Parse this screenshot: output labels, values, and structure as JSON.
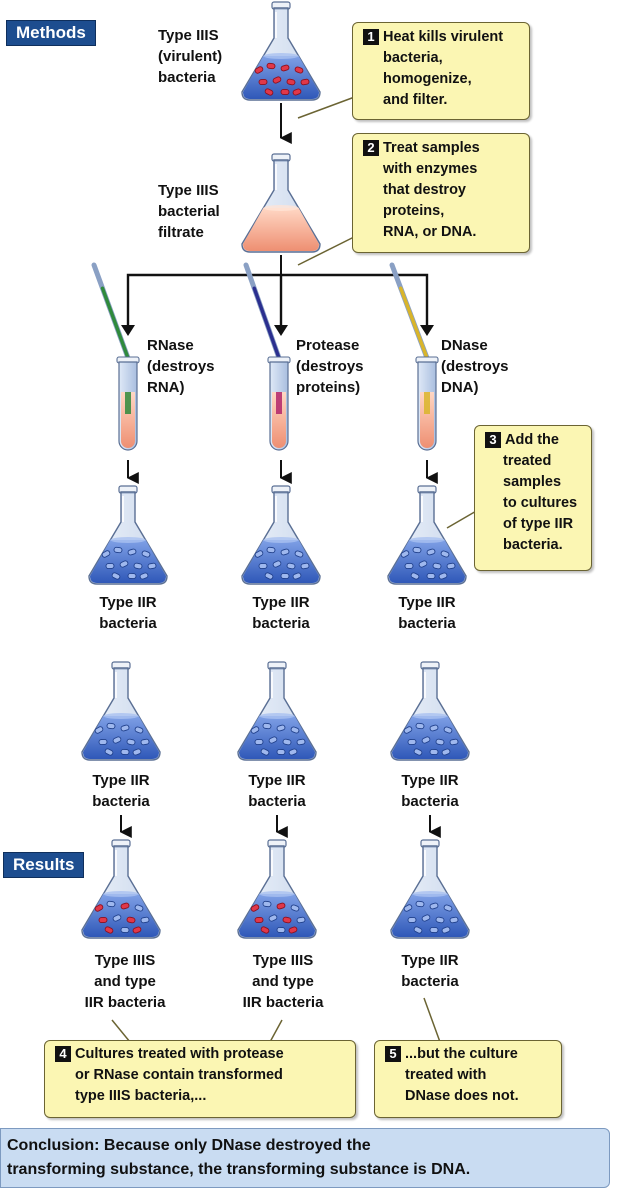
{
  "labels": {
    "methods": "Methods",
    "results": "Results"
  },
  "top": {
    "virulent": [
      "Type IIIS",
      "(virulent)",
      "bacteria"
    ],
    "filtrate": [
      "Type IIIS",
      "bacterial",
      "filtrate"
    ]
  },
  "steps": [
    {
      "number": "1",
      "lines": [
        "Heat kills virulent",
        "bacteria,",
        "homogenize,",
        "and filter."
      ]
    },
    {
      "number": "2",
      "lines": [
        "Treat samples",
        "with enzymes",
        "that destroy",
        "proteins,",
        "RNA, or DNA."
      ]
    },
    {
      "number": "3",
      "lines": [
        "Add the",
        "treated",
        "samples",
        "to cultures",
        "of type IIR",
        "bacteria."
      ]
    },
    {
      "number": "4",
      "lines": [
        "Cultures treated with protease",
        "or RNase contain transformed",
        "type IIIS bacteria,..."
      ]
    },
    {
      "number": "5",
      "lines": [
        "...but the culture",
        "treated with",
        "DNase does not."
      ]
    }
  ],
  "enzymes": [
    {
      "name": "RNase",
      "line2": "(destroys",
      "line3": "RNA)"
    },
    {
      "name": "Protease",
      "line2": "(destroys",
      "line3": "proteins)"
    },
    {
      "name": "DNase",
      "line2": "(destroys",
      "line3": "DNA)"
    }
  ],
  "flask_labels": {
    "row1": [
      [
        "Type IIR",
        "bacteria"
      ],
      [
        "Type IIR",
        "bacteria"
      ],
      [
        "Type IIR",
        "bacteria"
      ]
    ],
    "row2": [
      [
        "Type IIR",
        "bacteria"
      ],
      [
        "Type IIR",
        "bacteria"
      ],
      [
        "Type IIR",
        "bacteria"
      ]
    ],
    "row3": [
      [
        "Type IIIS",
        "and type",
        "IIR bacteria"
      ],
      [
        "Type IIIS",
        "and type",
        "IIR bacteria"
      ],
      [
        "Type IIR",
        "bacteria"
      ]
    ]
  },
  "conclusion": [
    "Conclusion: Because only DNase destroyed the",
    "transforming substance, the transforming substance is DNA."
  ],
  "colors": {
    "tag": "#1d4d8f",
    "note": "#fbf6b3",
    "conclusion": "#c9dcf2",
    "flask_liquid_blue": "#3d68c4",
    "filtrate": "#f4a489",
    "virulent_cells": "#e0384a",
    "pipette_rnase": "#2f8a3c",
    "pipette_protease": "#2b2f8f",
    "pipette_dnase": "#d9b52a"
  }
}
